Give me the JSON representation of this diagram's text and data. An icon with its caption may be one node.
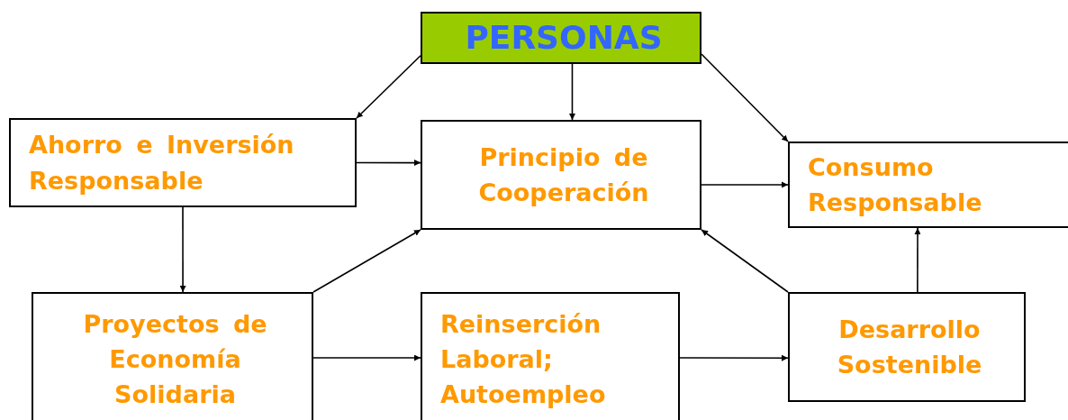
{
  "diagram": {
    "nodes": [
      {
        "text": [
          "PERSONAS"
        ]
      },
      {
        "text": [
          "Ahorro e Inversión Responsable"
        ]
      },
      {
        "text": [
          "Principio de Cooperación"
        ]
      },
      {
        "text": [
          "Consumo Responsable"
        ]
      },
      {
        "text": [
          "Proyectos de Economía Solidaria"
        ]
      },
      {
        "text": [
          "Reinserción Laboral; Autoempleo"
        ]
      },
      {
        "text": [
          "Desarrollo Sostenible"
        ]
      }
    ],
    "edges": [
      {
        "from": 0,
        "to": 1,
        "arrow": "to"
      },
      {
        "from": 0,
        "to": 2,
        "arrow": "to"
      },
      {
        "from": 0,
        "to": 3,
        "arrow": "to"
      },
      {
        "from": 1,
        "to": 2,
        "arrow": "to"
      },
      {
        "from": 1,
        "to": 4,
        "arrow": "to"
      },
      {
        "from": 2,
        "to": 3,
        "arrow": "to"
      },
      {
        "from": 4,
        "to": 2,
        "arrow": "to"
      },
      {
        "from": 4,
        "to": 5,
        "arrow": "to"
      },
      {
        "from": 5,
        "to": 6,
        "arrow": "to"
      },
      {
        "from": 6,
        "to": 2,
        "arrow": "to"
      },
      {
        "from": 6,
        "to": 3,
        "arrow": "to"
      }
    ]
  }
}
